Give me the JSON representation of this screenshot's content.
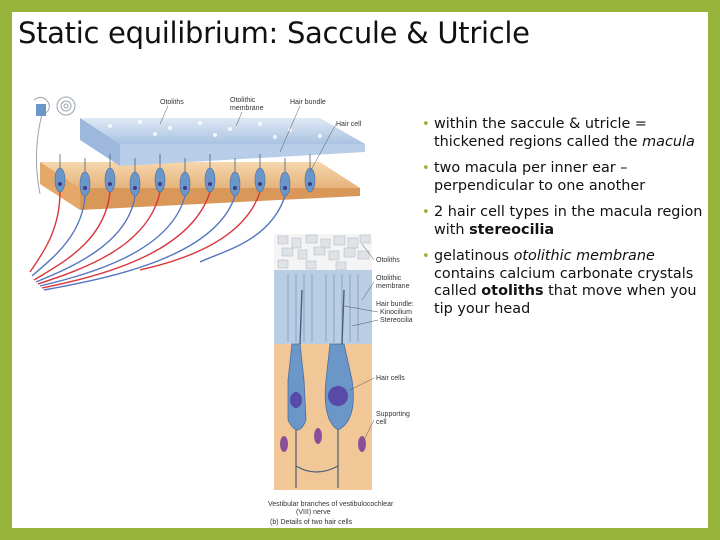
{
  "title": "Static equilibrium: Saccule & Utricle",
  "figure_top": {
    "labels": {
      "otoliths": "Otoliths",
      "otolithic_membrane_1": "Otolithic",
      "otolithic_membrane_2": "membrane",
      "hair_bundle": "Hair bundle",
      "hair_cell": "Hair cell"
    }
  },
  "figure_bottom": {
    "labels": {
      "otoliths": "Otoliths",
      "otolithic_membrane_1": "Otolithic",
      "otolithic_membrane_2": "membrane",
      "hair_bundle": "Hair bundle:",
      "kinocilium": "Kinocilium",
      "stereocilia": "Stereocilia",
      "hair_cells": "Hair cells",
      "supporting_cell_1": "Supporting",
      "supporting_cell_2": "cell",
      "nerve_1": "Vestibular branches of vestibulocochlear",
      "nerve_2": "(VIII) nerve",
      "caption": "(b) Details of two hair cells"
    }
  },
  "bullets": [
    {
      "pre": "within the saccule & utricle = thickened regions called the ",
      "em": "macula",
      "mid": "",
      "b": "",
      "post": ""
    },
    {
      "pre": "two macula per inner ear – perpendicular to one another",
      "em": "",
      "mid": "",
      "b": "",
      "post": ""
    },
    {
      "pre": "2 hair cell types in the macula region with ",
      "em": "",
      "mid": "",
      "b": "stereocilia",
      "post": ""
    },
    {
      "pre": "gelatinous ",
      "em": "otolithic membrane",
      "mid": " contains calcium carbonate crystals called ",
      "b": "otoliths",
      "post": " that move when you tip your head"
    }
  ],
  "colors": {
    "background": "#98b33a",
    "bullet": "#98b33a",
    "membrane": "#c4d6ea",
    "epithelium": "#f1c797",
    "hair_cell": "#6b97c8",
    "nucleus": "#5a4aa8",
    "nerve_red": "#d9363c",
    "nerve_blue": "#5577c0"
  }
}
